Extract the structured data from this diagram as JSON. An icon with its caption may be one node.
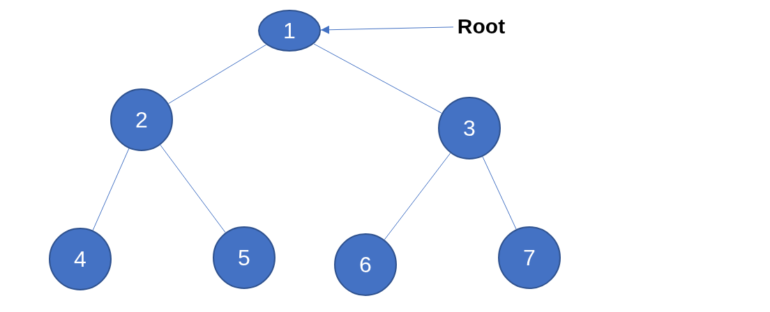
{
  "diagram": {
    "nodes": [
      {
        "text": [
          "1"
        ]
      },
      {
        "text": [
          "2"
        ]
      },
      {
        "text": [
          "3"
        ]
      },
      {
        "text": [
          "4"
        ]
      },
      {
        "text": [
          "5"
        ]
      },
      {
        "text": [
          "6"
        ]
      },
      {
        "text": [
          "7"
        ]
      },
      {
        "text": [
          "Root"
        ]
      }
    ],
    "edges": [
      {
        "from": 0,
        "to": 1,
        "arrow": "none"
      },
      {
        "from": 0,
        "to": 2,
        "arrow": "none"
      },
      {
        "from": 1,
        "to": 3,
        "arrow": "none"
      },
      {
        "from": 1,
        "to": 4,
        "arrow": "none"
      },
      {
        "from": 2,
        "to": 5,
        "arrow": "none"
      },
      {
        "from": 2,
        "to": 6,
        "arrow": "none"
      },
      {
        "from": 7,
        "to": 0,
        "arrow": "to"
      }
    ]
  }
}
